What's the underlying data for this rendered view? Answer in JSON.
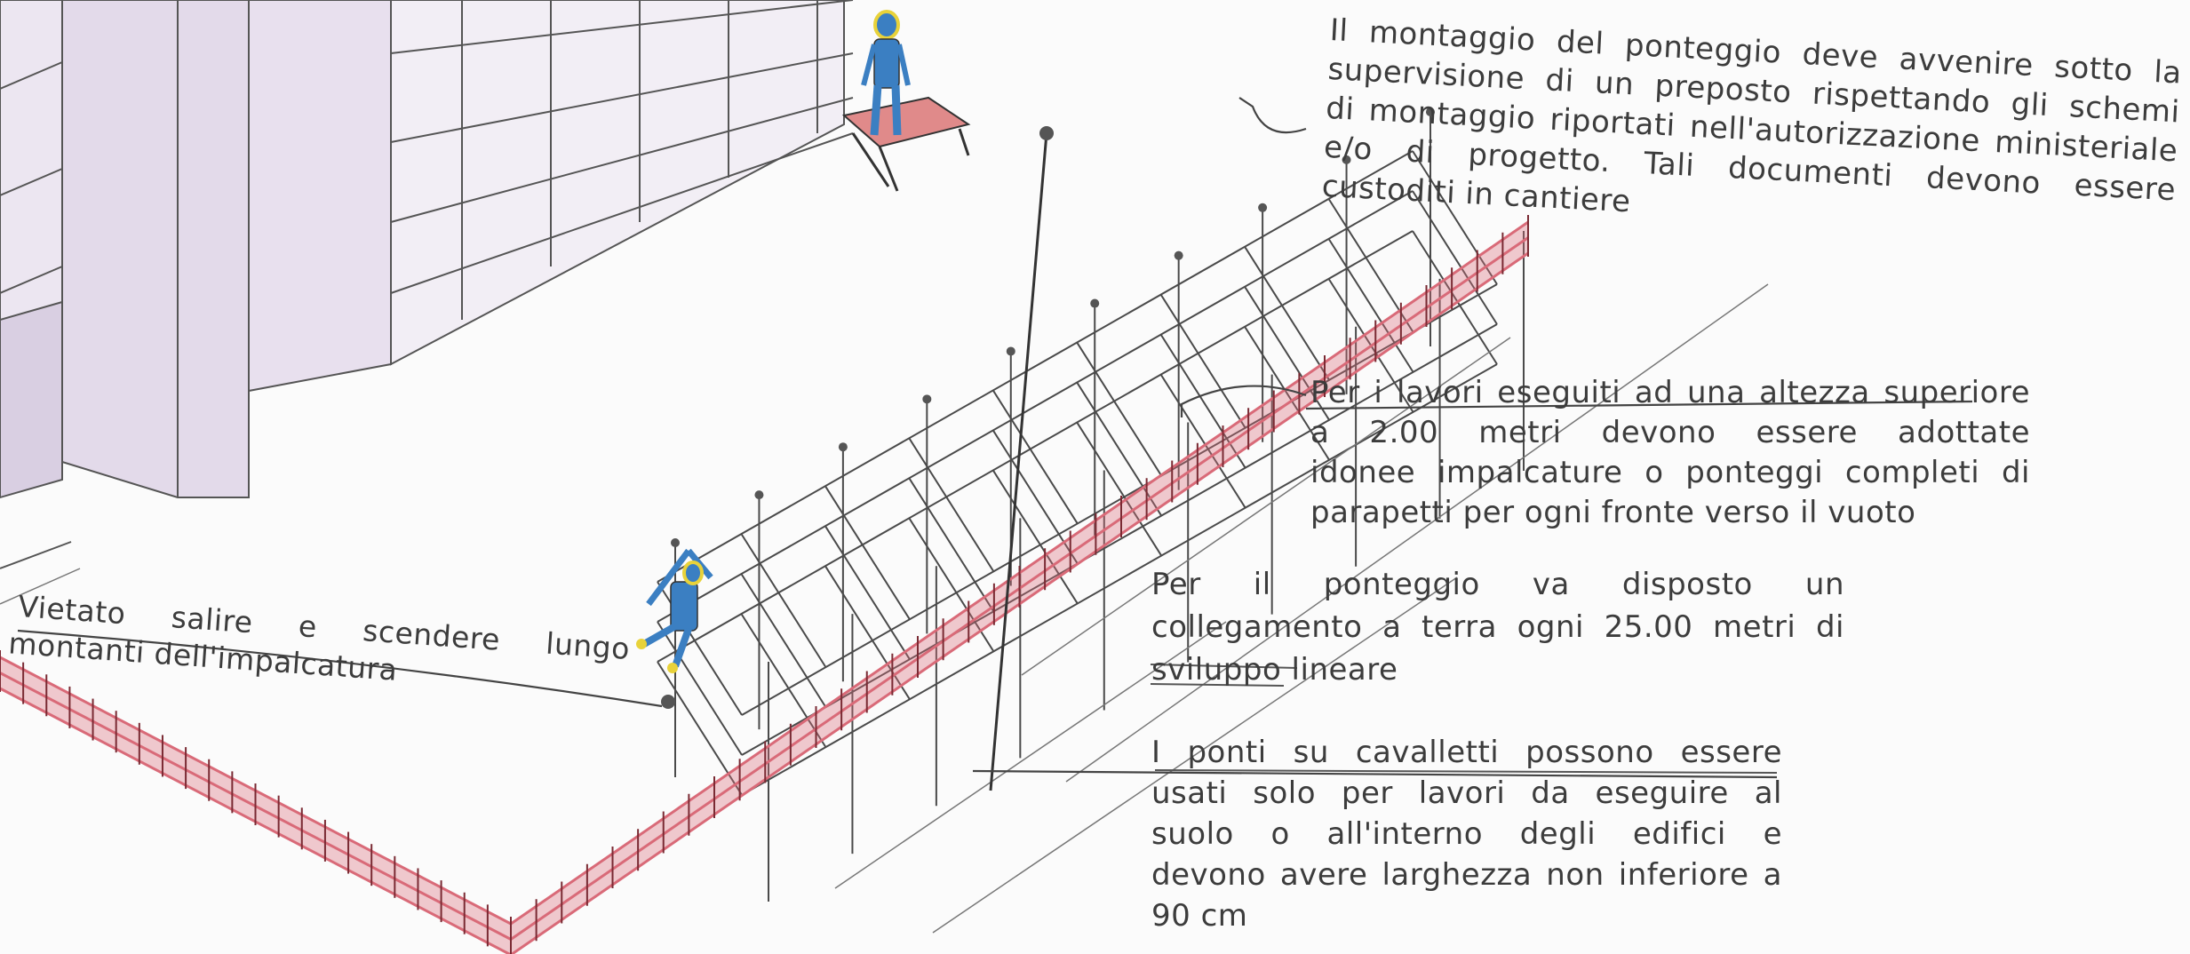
{
  "notes": {
    "montaggio": [
      "Il montaggio del ponteggio deve avvenire sotto la",
      "supervisione di un preposto rispettando gli schemi",
      "di montaggio riportati nell'autorizzazione ministeriale",
      "e/o di progetto. Tali documenti devono essere",
      "custoditi in cantiere"
    ],
    "altezza": [
      "Per i lavori eseguiti ad una altezza superiore",
      "a 2.00 metri devono essere adottate",
      "idonee impalcature o ponteggi completi di",
      "parapetti per ogni fronte verso il vuoto"
    ],
    "collegamento": [
      "Per il ponteggio va disposto un",
      "collegamento a terra ogni 25.00 metri di",
      "sviluppo lineare"
    ],
    "cavalletti": [
      "I ponti su cavalletti possono essere",
      "usati solo per lavori da eseguire al",
      "suolo o all'interno degli edifici e",
      "devono avere larghezza non inferiore a",
      "90 cm"
    ],
    "vietato": [
      "Vietato salire e scendere lungo",
      "montanti dell'impalcatura"
    ]
  },
  "colors": {
    "pencil": "#4a4a4a",
    "fence": "#d96a78",
    "building_shade": "#d9cfe2",
    "worker": "#3b7fc2",
    "helmet": "#e8d23a",
    "trestle": "#e08a8a"
  }
}
